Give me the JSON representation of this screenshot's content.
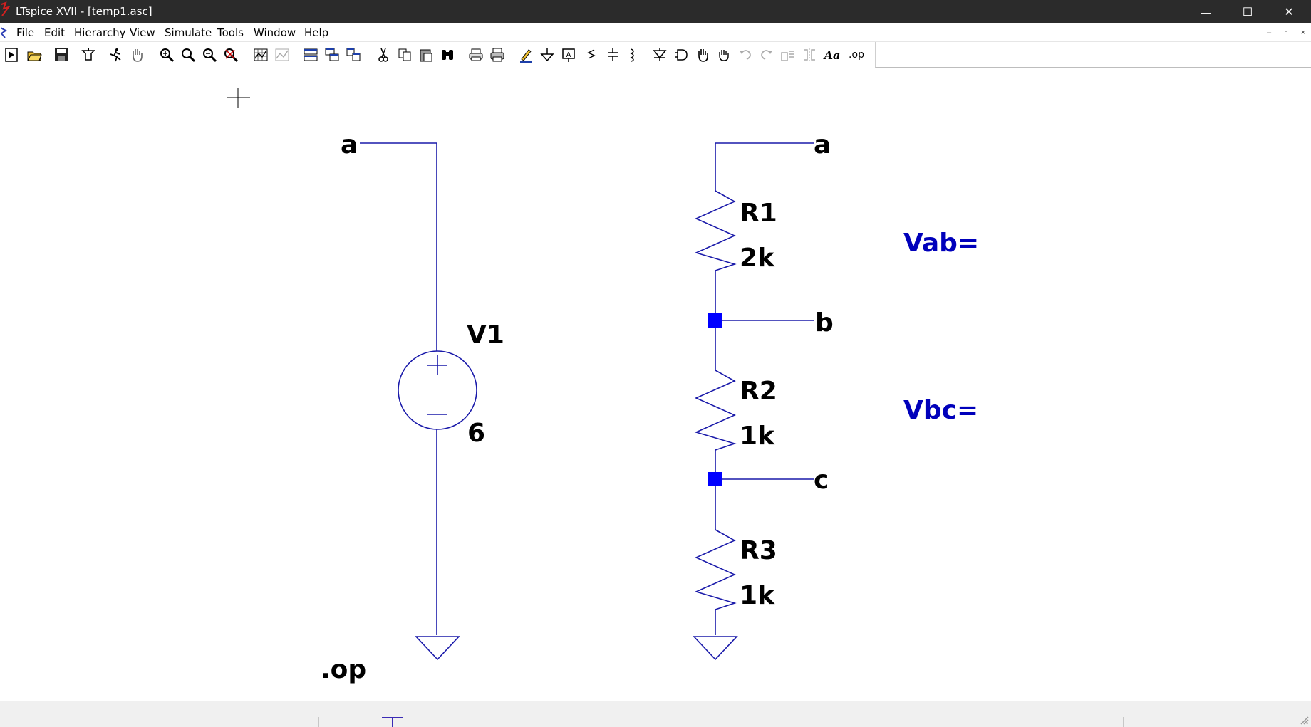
{
  "window": {
    "title": "LTspice XVII - [temp1.asc]",
    "controls": {
      "minimize": "—",
      "maximize": "☐",
      "close": "✕"
    }
  },
  "menu": {
    "items": [
      {
        "label": "File",
        "key": "F"
      },
      {
        "label": "Edit",
        "key": "E"
      },
      {
        "label": "Hierarchy",
        "key": "i"
      },
      {
        "label": "View",
        "key": "V"
      },
      {
        "label": "Simulate",
        "key": "S"
      },
      {
        "label": "Tools",
        "key": "T"
      },
      {
        "label": "Window",
        "key": "W"
      },
      {
        "label": "Help",
        "key": "H"
      }
    ],
    "mdi_controls": {
      "minimize": "–",
      "restore": "▫",
      "close": "×"
    }
  },
  "toolbar": {
    "icons": [
      "new-schematic-icon",
      "open-icon",
      "save-icon",
      "control-panel-icon",
      "run-icon",
      "pan-icon",
      "zoom-in-icon",
      "zoom-pan-icon",
      "zoom-out-icon",
      "zoom-fit-icon",
      "autorange-icon",
      "waveform-icon",
      "tile-horizontal-icon",
      "cascade-icon",
      "tile-vertical-icon",
      "cut-icon",
      "copy-icon",
      "paste-icon",
      "find-icon",
      "print-icon",
      "print-setup-icon",
      "draw-wire-icon",
      "ground-icon",
      "label-net-icon",
      "resistor-icon",
      "capacitor-icon",
      "inductor-icon",
      "diode-icon",
      "component-icon",
      "move-icon",
      "drag-icon",
      "undo-icon",
      "redo-icon",
      "rotate-icon",
      "mirror-icon",
      "text-icon",
      "spice-directive-icon"
    ],
    "text_labels": {
      "text": "Aa",
      "directive": ".op"
    }
  },
  "schematic": {
    "wire_color": "#1a1aaa",
    "junction_color": "#0000ff",
    "label_color": "#000000",
    "comment_color": "#0000bb",
    "source": {
      "name": "V1",
      "value": "6",
      "plus": "+",
      "minus": "−"
    },
    "resistors": [
      {
        "name": "R1",
        "value": "2k"
      },
      {
        "name": "R2",
        "value": "1k"
      },
      {
        "name": "R3",
        "value": "1k"
      }
    ],
    "nets": {
      "a_left": "a",
      "a_right": "a",
      "b": "b",
      "c": "c"
    },
    "comments": {
      "vab": "Vab=",
      "vbc": "Vbc="
    },
    "directive": ".op"
  }
}
